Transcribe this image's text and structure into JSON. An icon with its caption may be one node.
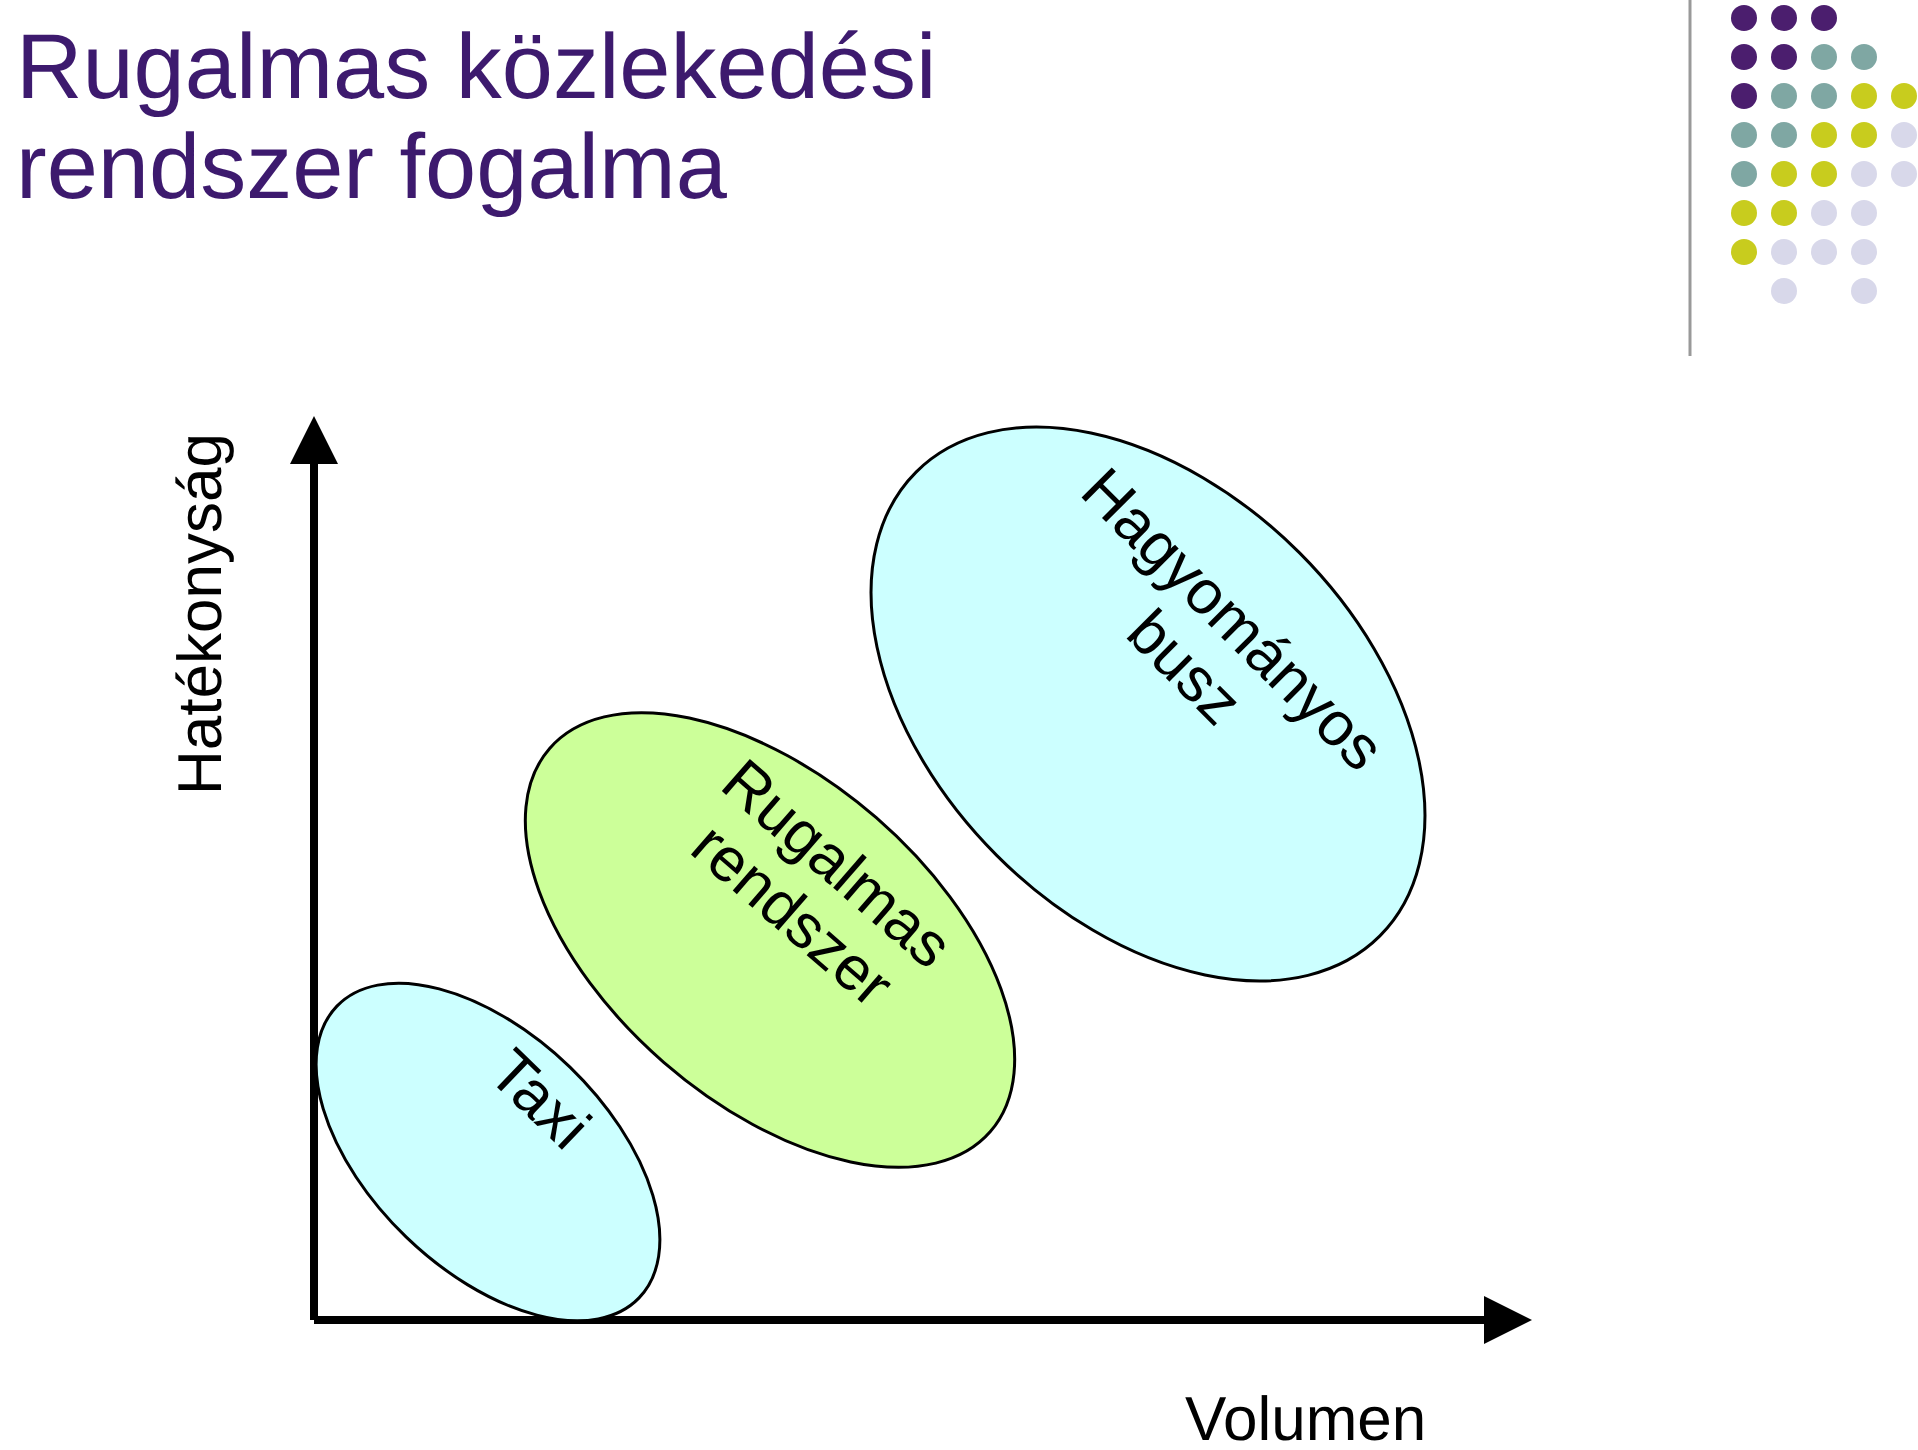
{
  "diagram": {
    "title": "Rugalmas közlekedési rendszer fogalma",
    "nodes": [
      {
        "text": [
          "Taxi"
        ]
      },
      {
        "text": [
          "Rugalmas rendszer"
        ]
      },
      {
        "text": [
          "Hagyományos busz"
        ]
      }
    ],
    "labels": [
      "Hatékonyság",
      "Volumen"
    ]
  }
}
